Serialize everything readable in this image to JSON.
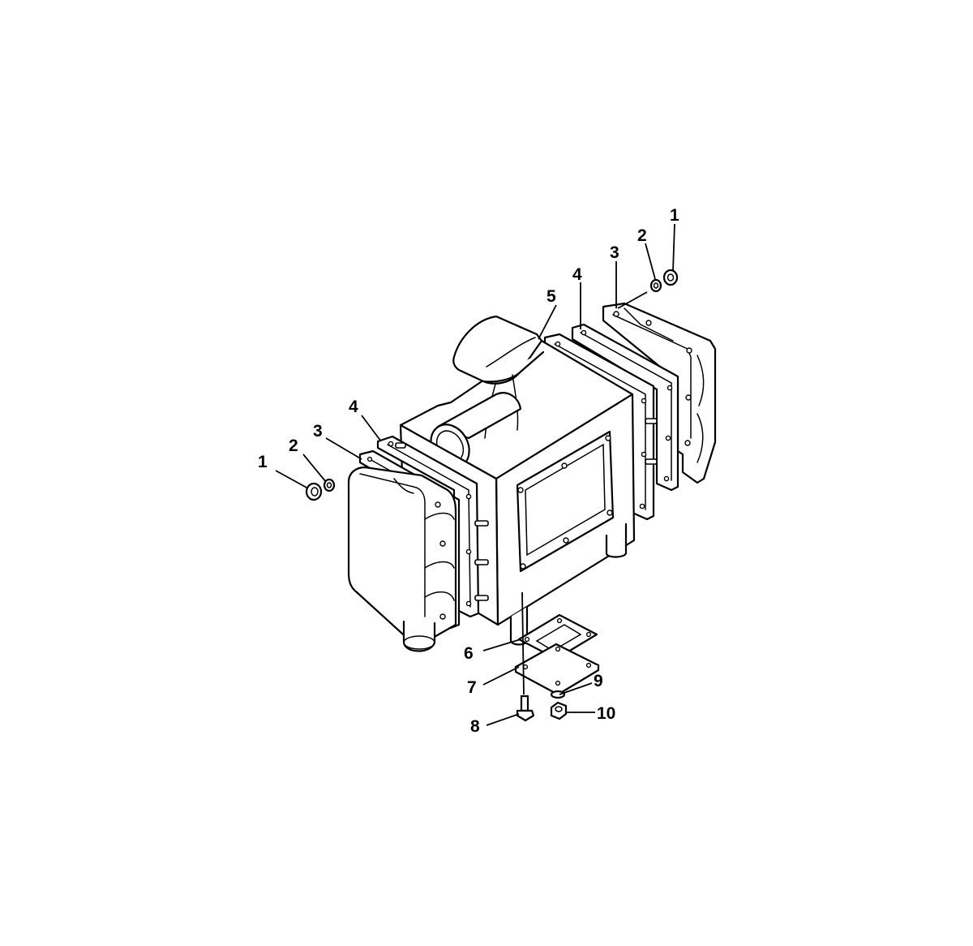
{
  "diagram": {
    "callouts": [
      {
        "id": "c1-left",
        "label": "1"
      },
      {
        "id": "c2-left",
        "label": "2"
      },
      {
        "id": "c3-left",
        "label": "3"
      },
      {
        "id": "c4-left",
        "label": "4"
      },
      {
        "id": "c1-right",
        "label": "1"
      },
      {
        "id": "c2-right",
        "label": "2"
      },
      {
        "id": "c3-right",
        "label": "3"
      },
      {
        "id": "c4-right",
        "label": "4"
      },
      {
        "id": "c5",
        "label": "5"
      },
      {
        "id": "c6",
        "label": "6"
      },
      {
        "id": "c7",
        "label": "7"
      },
      {
        "id": "c8",
        "label": "8"
      },
      {
        "id": "c9",
        "label": "9"
      },
      {
        "id": "c10",
        "label": "10"
      }
    ]
  }
}
